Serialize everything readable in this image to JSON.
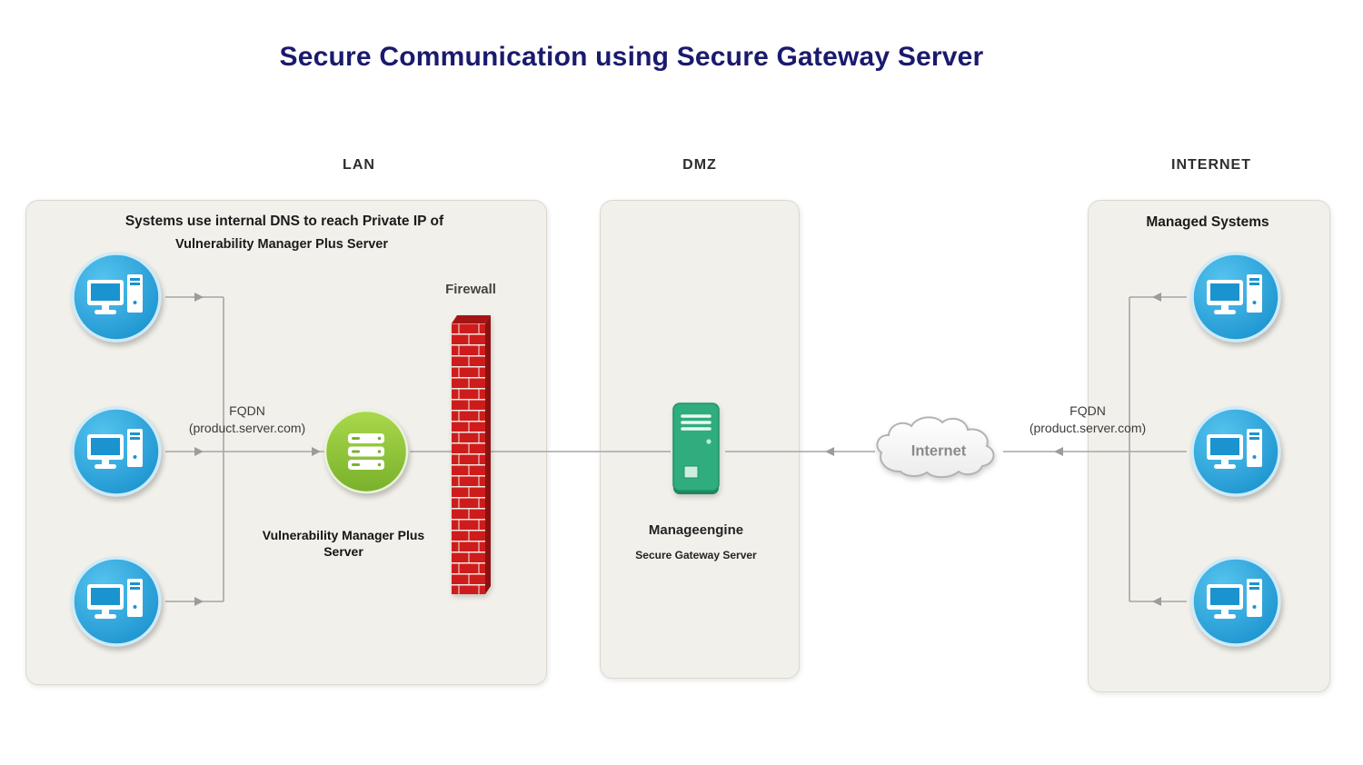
{
  "title": "Secure Communication using Secure Gateway Server",
  "zones": {
    "lan": {
      "label": "LAN",
      "note": {
        "line1": "Systems use internal DNS to reach Private IP of",
        "line2": "Vulnerability Manager Plus Server"
      },
      "fqdn": {
        "line1": "FQDN",
        "line2": "(product.server.com)"
      },
      "firewall_label": "Firewall",
      "server_label": {
        "line1": "Vulnerability Manager Plus",
        "line2": "Server"
      },
      "workstation_count": 3
    },
    "dmz": {
      "label": "DMZ",
      "gateway": {
        "brand": "Manageengine",
        "name": "Secure Gateway Server"
      }
    },
    "internet": {
      "label": "INTERNET",
      "heading": "Managed Systems",
      "fqdn": {
        "line1": "FQDN",
        "line2": "(product.server.com)"
      },
      "workstation_count": 3
    }
  },
  "cloud": {
    "label": "Internet"
  },
  "icons": {
    "workstation": "workstation-icon",
    "vmp_server": "vmp-server-icon",
    "firewall": "firewall-brick-icon",
    "gateway_server": "gateway-server-icon",
    "cloud": "internet-cloud-icon"
  },
  "colors": {
    "title_text": "#1a1a6e",
    "panel_bg": "#f2f0ea",
    "panel_border": "#dcd8ce",
    "workstation_blue": "#2aa4dd",
    "vmp_green": "#8cc63f",
    "gateway_teal": "#2daa7c",
    "firewall_red": "#ce1c1c",
    "connector": "#a8a8a8",
    "cloud_text": "#8a8a8a"
  }
}
